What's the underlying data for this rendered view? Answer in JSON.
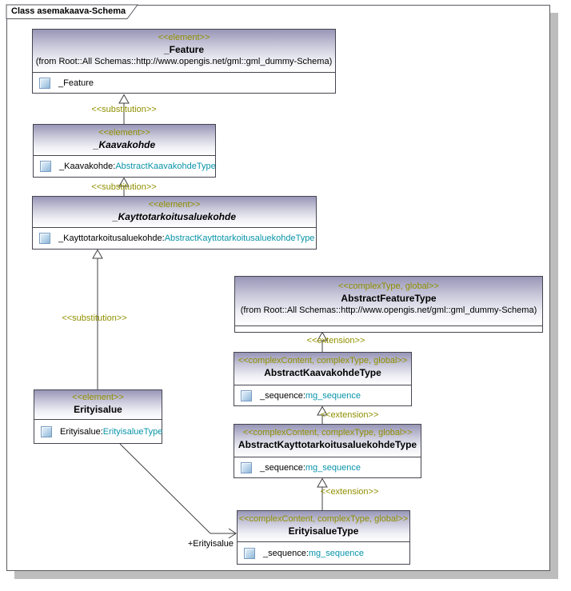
{
  "frame": {
    "title": "Class asemakaava-Schema"
  },
  "classes": {
    "feature": {
      "stereotype": "<<element>>",
      "name": "_Feature",
      "from": "(from Root::All Schemas::http://www.opengis.net/gml::gml_dummy-Schema)",
      "attributes": [
        {
          "name": "_Feature",
          "type": ""
        }
      ]
    },
    "kaavakohde": {
      "stereotype": "<<element>>",
      "name": "_Kaavakohde",
      "attributes": [
        {
          "name": "_Kaavakohde:",
          "type": "AbstractKaavakohdeType"
        }
      ]
    },
    "kayttotarkoitusaluekohde": {
      "stereotype": "<<element>>",
      "name": "_Kayttotarkoitusaluekohde",
      "attributes": [
        {
          "name": "_Kayttotarkoitusaluekohde:",
          "type": "AbstractKayttotarkoitusaluekohdeType"
        }
      ]
    },
    "abstract_feature_type": {
      "stereotype": "<<complexType, global>>",
      "name": "AbstractFeatureType",
      "from": "(from Root::All Schemas::http://www.opengis.net/gml::gml_dummy-Schema)",
      "attributes": []
    },
    "abstract_kaavakohde_type": {
      "stereotype": "<<complexContent, complexType, global>>",
      "name": "AbstractKaavakohdeType",
      "attributes": [
        {
          "name": "_sequence:",
          "type": "mg_sequence"
        }
      ]
    },
    "abstract_kayttotarkoitusaluekohde_type": {
      "stereotype": "<<complexContent, complexType, global>>",
      "name": "AbstractKayttotarkoitusaluekohdeType",
      "attributes": [
        {
          "name": "_sequence:",
          "type": "mg_sequence"
        }
      ]
    },
    "erityisalue": {
      "stereotype": "<<element>>",
      "name": "Erityisalue",
      "attributes": [
        {
          "name": "Erityisalue:",
          "type": "ErityisalueType"
        }
      ]
    },
    "erityisalue_type": {
      "stereotype": "<<complexContent, complexType, global>>",
      "name": "ErityisalueType",
      "attributes": [
        {
          "name": "_sequence:",
          "type": "mg_sequence"
        }
      ]
    }
  },
  "edges": {
    "substitution_kaavakohde_feature": "<<substitution>>",
    "substitution_kayttotark_kaavakohde": "<<substitution>>",
    "substitution_erityisalue_kayttotark": "<<substitution>>",
    "extension_kaavakohde_featuretype": "<<extension>>",
    "extension_kayttotark_kaavakohdetype": "<<extension>>",
    "extension_erityisaluetype_kayttotarktype": "<<extension>>",
    "association_erityisalue": "+Erityisalue"
  }
}
